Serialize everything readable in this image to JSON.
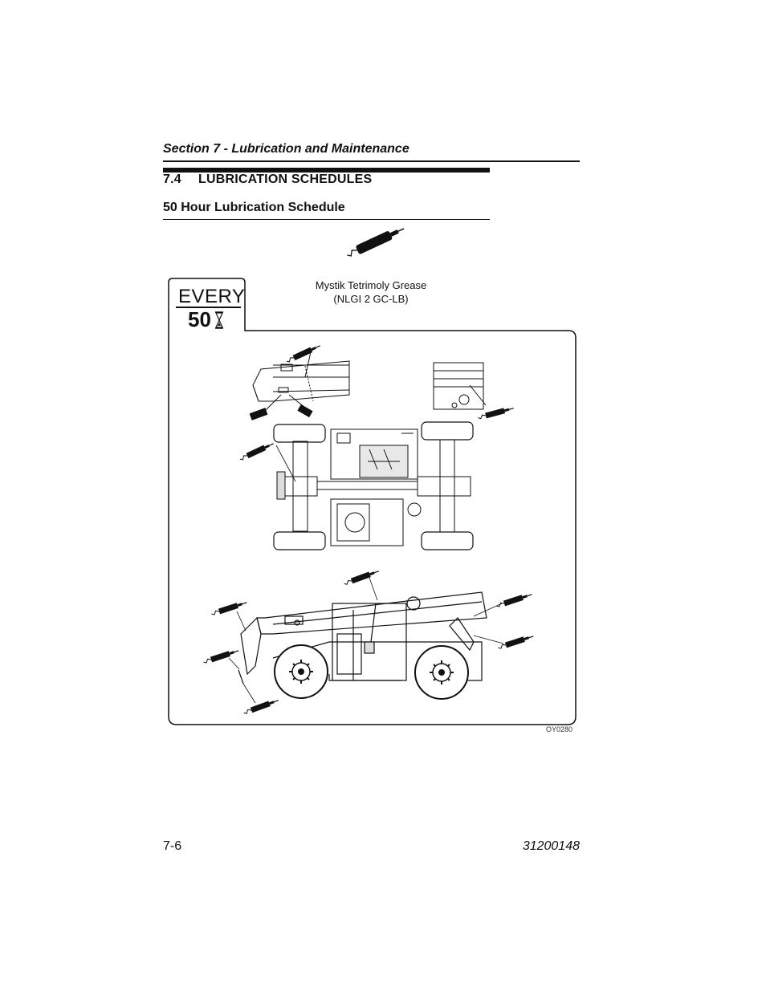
{
  "header": {
    "section_title": "Section 7 - Lubrication and Maintenance"
  },
  "heading": {
    "number": "7.4",
    "title": "LUBRICATION SCHEDULES"
  },
  "subheading": "50 Hour Lubrication Schedule",
  "lubricant": {
    "name": "Mystik Tetrimoly Grease",
    "spec": "(NLGI 2 GC-LB)",
    "icon": "grease-gun-icon"
  },
  "interval": {
    "label": "EVERY",
    "hours": "50",
    "icon": "hourglass-icon"
  },
  "figure": {
    "code": "OY0280"
  },
  "footer": {
    "page_number": "7-6",
    "doc_number": "31200148"
  }
}
